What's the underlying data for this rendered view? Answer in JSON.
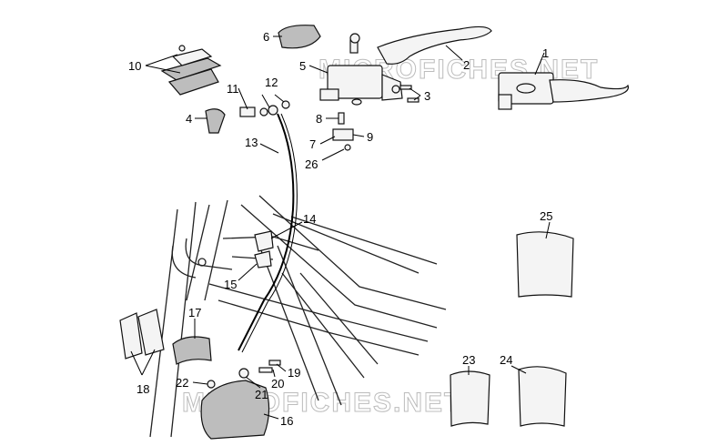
{
  "watermark": "MICROFICHES.NET",
  "callouts": {
    "n1": "1",
    "n2": "2",
    "n3": "3",
    "n4": "4",
    "n5": "5",
    "n6": "6",
    "n7": "7",
    "n8": "8",
    "n9": "9",
    "n10": "10",
    "n11": "11",
    "n12": "12",
    "n13": "13",
    "n14": "14",
    "n15": "15",
    "n16": "16",
    "n17": "17",
    "n18": "18",
    "n19": "19",
    "n20": "20",
    "n21": "21",
    "n22": "22",
    "n23": "23",
    "n24": "24",
    "n25": "25",
    "n26": "26"
  }
}
